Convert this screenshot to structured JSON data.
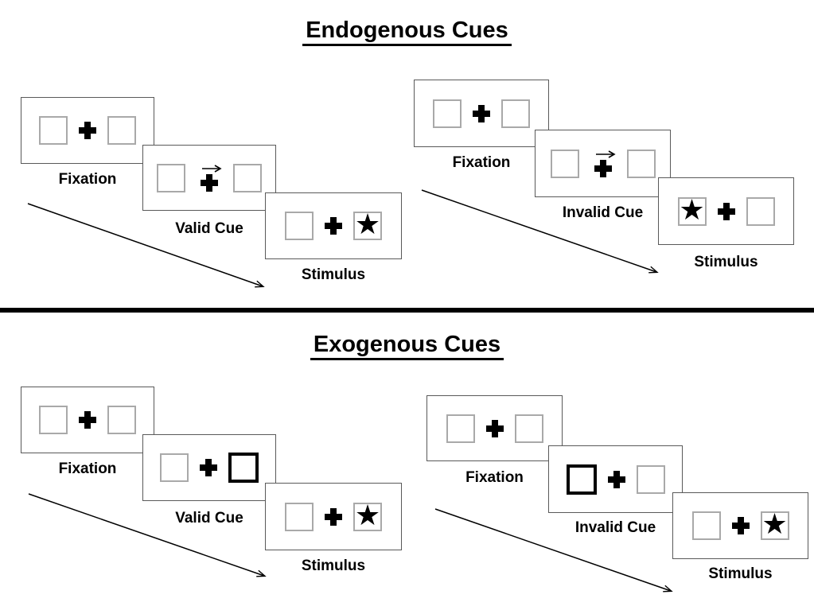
{
  "colors": {
    "background": "#ffffff",
    "ink": "#000000",
    "panel_border": "#595959",
    "square_border": "#a9a9a9",
    "highlight_border": "#000000"
  },
  "sections": [
    {
      "title": "Endogenous Cues",
      "cue_type": "central arrow above fixation cross",
      "groups": [
        {
          "name": "valid-trial",
          "panels": [
            {
              "kind": "fixation",
              "label": "Fixation"
            },
            {
              "kind": "cue",
              "label": "Valid Cue",
              "cue_symbol": "right-arrow"
            },
            {
              "kind": "stimulus",
              "label": "Stimulus",
              "star_side": "right",
              "star_glyph": "★"
            }
          ]
        },
        {
          "name": "invalid-trial",
          "panels": [
            {
              "kind": "fixation",
              "label": "Fixation"
            },
            {
              "kind": "cue",
              "label": "Invalid Cue",
              "cue_symbol": "right-arrow"
            },
            {
              "kind": "stimulus",
              "label": "Stimulus",
              "star_side": "left",
              "star_glyph": "★"
            }
          ]
        }
      ]
    },
    {
      "title": "Exogenous Cues",
      "cue_type": "peripheral box highlight",
      "groups": [
        {
          "name": "valid-trial",
          "panels": [
            {
              "kind": "fixation",
              "label": "Fixation"
            },
            {
              "kind": "cue",
              "label": "Valid Cue",
              "highlighted_square": "right"
            },
            {
              "kind": "stimulus",
              "label": "Stimulus",
              "star_side": "right",
              "star_glyph": "★"
            }
          ]
        },
        {
          "name": "invalid-trial",
          "panels": [
            {
              "kind": "fixation",
              "label": "Fixation"
            },
            {
              "kind": "cue",
              "label": "Invalid Cue",
              "highlighted_square": "left"
            },
            {
              "kind": "stimulus",
              "label": "Stimulus",
              "star_side": "right",
              "star_glyph": "★"
            }
          ]
        }
      ]
    }
  ]
}
